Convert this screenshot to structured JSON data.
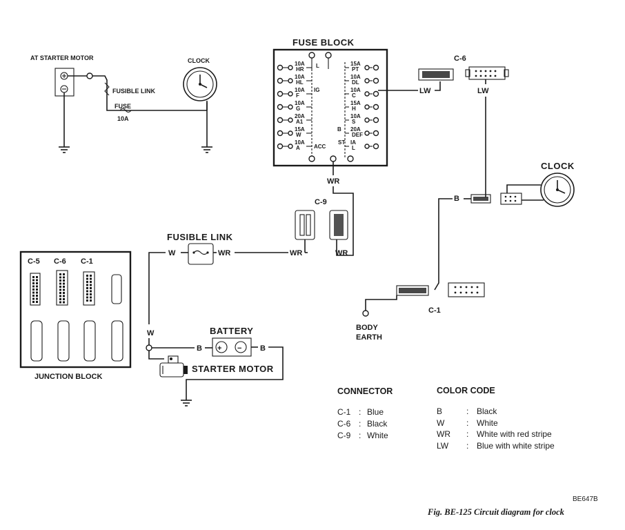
{
  "labels": {
    "at_starter_motor": "AT STARTER MOTOR",
    "clock_small": "CLOCK",
    "fusible_link_small": "FUSIBLE LINK",
    "fuse": "FUSE",
    "fuse_rating": "10A",
    "fuse_block": "FUSE BLOCK",
    "c6_top": "C-6",
    "clock_large": "CLOCK",
    "c9": "C-9",
    "fusible_link": "FUSIBLE LINK",
    "battery": "BATTERY",
    "starter_motor": "STARTER MOTOR",
    "junction_block": "JUNCTION BLOCK",
    "c1_bottom": "C-1",
    "body_earth_1": "BODY",
    "body_earth_2": "EARTH"
  },
  "fuse_block": {
    "left_fuses": [
      {
        "amp": "10A",
        "code": "HR"
      },
      {
        "amp": "10A",
        "code": "HL"
      },
      {
        "amp": "10A",
        "code": "F"
      },
      {
        "amp": "10A",
        "code": "G"
      },
      {
        "amp": "20A",
        "code": "A1"
      },
      {
        "amp": "15A",
        "code": "W"
      },
      {
        "amp": "10A",
        "code": "A"
      }
    ],
    "right_fuses": [
      {
        "amp": "15A",
        "code": "PT"
      },
      {
        "amp": "10A",
        "code": "DL"
      },
      {
        "amp": "10A",
        "code": "C"
      },
      {
        "amp": "15A",
        "code": "H"
      },
      {
        "amp": "10A",
        "code": "S"
      },
      {
        "amp": "20A",
        "code": "DEF"
      },
      {
        "amp": "IA",
        "code": "L"
      }
    ],
    "bus_labels": {
      "l": "L",
      "ig": "IG",
      "acc": "ACC",
      "b": "B",
      "st": "ST"
    }
  },
  "junction_block": {
    "connectors": [
      "C-5",
      "C-6",
      "C-1"
    ]
  },
  "wire_labels": {
    "lw_1": "LW",
    "lw_2": "LW",
    "wr_fuse": "WR",
    "wr_link": "WR",
    "wr_c9": "WR",
    "w_link": "W",
    "w_down": "W",
    "b_batt_left": "B",
    "b_batt_right": "B",
    "b_clock": "B"
  },
  "battery_terminals": {
    "plus": "+",
    "minus": "−"
  },
  "legend": {
    "connector_title": "CONNECTOR",
    "connectors": [
      {
        "id": "C-1",
        "sep": ":",
        "color": "Blue"
      },
      {
        "id": "C-6",
        "sep": ":",
        "color": "Black"
      },
      {
        "id": "C-9",
        "sep": ":",
        "color": "White"
      }
    ],
    "color_title": "COLOR CODE",
    "colors": [
      {
        "code": "B",
        "sep": ":",
        "name": "Black"
      },
      {
        "code": "W",
        "sep": ":",
        "name": "White"
      },
      {
        "code": "WR",
        "sep": ":",
        "name": "White with red stripe"
      },
      {
        "code": "LW",
        "sep": ":",
        "name": "Blue with white stripe"
      }
    ]
  },
  "figure": {
    "ref": "BE647B",
    "caption": "Fig. BE-125 Circuit diagram for clock"
  }
}
